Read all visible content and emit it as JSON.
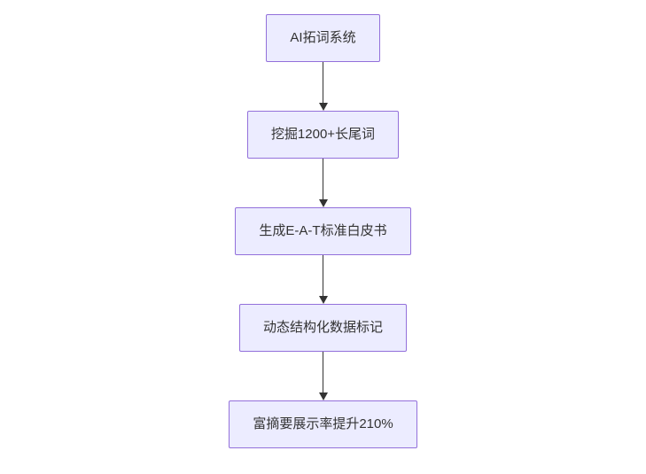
{
  "diagram": {
    "type": "flowchart",
    "direction": "top-down",
    "nodes": [
      {
        "id": "A",
        "label": "AI拓词系统"
      },
      {
        "id": "B",
        "label": "挖掘1200+长尾词"
      },
      {
        "id": "C",
        "label": "生成E-A-T标准白皮书"
      },
      {
        "id": "D",
        "label": "动态结构化数据标记"
      },
      {
        "id": "E",
        "label": "富摘要展示率提升210%"
      }
    ],
    "edges": [
      {
        "from": "A",
        "to": "B"
      },
      {
        "from": "B",
        "to": "C"
      },
      {
        "from": "C",
        "to": "D"
      },
      {
        "from": "D",
        "to": "E"
      }
    ],
    "colors": {
      "background": "#ffffff",
      "node_fill": "#ECECFF",
      "node_border": "#9370DB",
      "text": "#333333",
      "arrow": "#333333"
    }
  }
}
